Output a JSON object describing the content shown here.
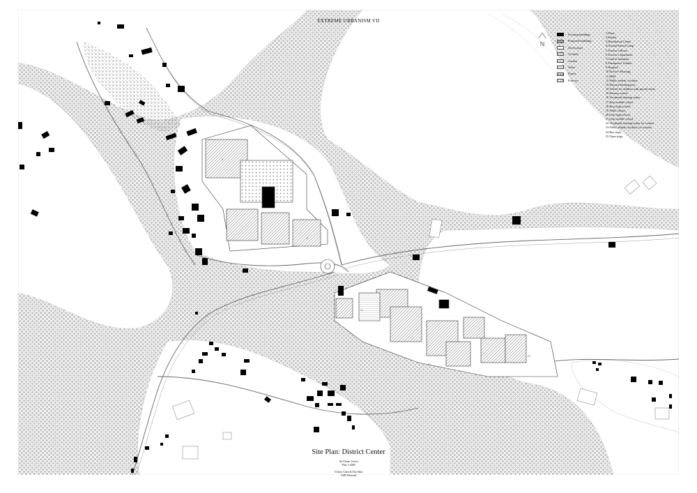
{
  "header": {
    "title": "EXTREME URBANISM VII"
  },
  "north_arrow": {
    "letter": "N"
  },
  "legend": {
    "items": [
      {
        "label": "Existing buildings",
        "icon": "solid-black-swatch"
      },
      {
        "label": "Proposed buildings",
        "icon": "hatched-swatch"
      },
      {
        "label": "Green space",
        "icon": "outline-swatch"
      },
      {
        "label": "Orchard",
        "icon": "dotted-swatch"
      },
      {
        "label": "Garden",
        "icon": "stipple-swatch"
      },
      {
        "label": "Water",
        "icon": "wave-swatch"
      },
      {
        "label": "Forest",
        "icon": "tree-swatch"
      },
      {
        "label": "Furrows",
        "icon": "furrow-swatch"
      }
    ]
  },
  "program": {
    "items": [
      "1 Plaza",
      "2 Market",
      "3 Distribution Center",
      "4 Nomad School Camp",
      "5 Teacher's House",
      "6 Teacher's Apartment",
      "7 Central Jamakans",
      "8 Therapeutic Garden",
      "9 Hospital",
      "10 Doctor's Housing",
      "11 BKB",
      "12 Public athletic facilities",
      "13 Daycare/kindergarten",
      "14 School for children with special needs",
      "15 Primary school",
      "16 Vocational training center",
      "17 Boys middle school",
      "18 Boys high school",
      "19 Public library",
      "20 Girls high school",
      "21 Girls middle school",
      "22 Vocational training center for women",
      "23 Public athletic facilities for women",
      "24 Bus stops",
      "25 Open stage"
    ]
  },
  "title_block": {
    "title": "Site Plan: District Center",
    "line1": "An Urban Vision",
    "line2": "Plan 1:2000",
    "line3": "Vickey Chen & Dui Shin",
    "line4": "GSD Harvard"
  },
  "colors": {
    "existing": "#000000",
    "linework": "#444444",
    "forest": "#2b2b2b"
  },
  "map_labels": [
    "8",
    "3",
    "11",
    "22",
    "20"
  ]
}
